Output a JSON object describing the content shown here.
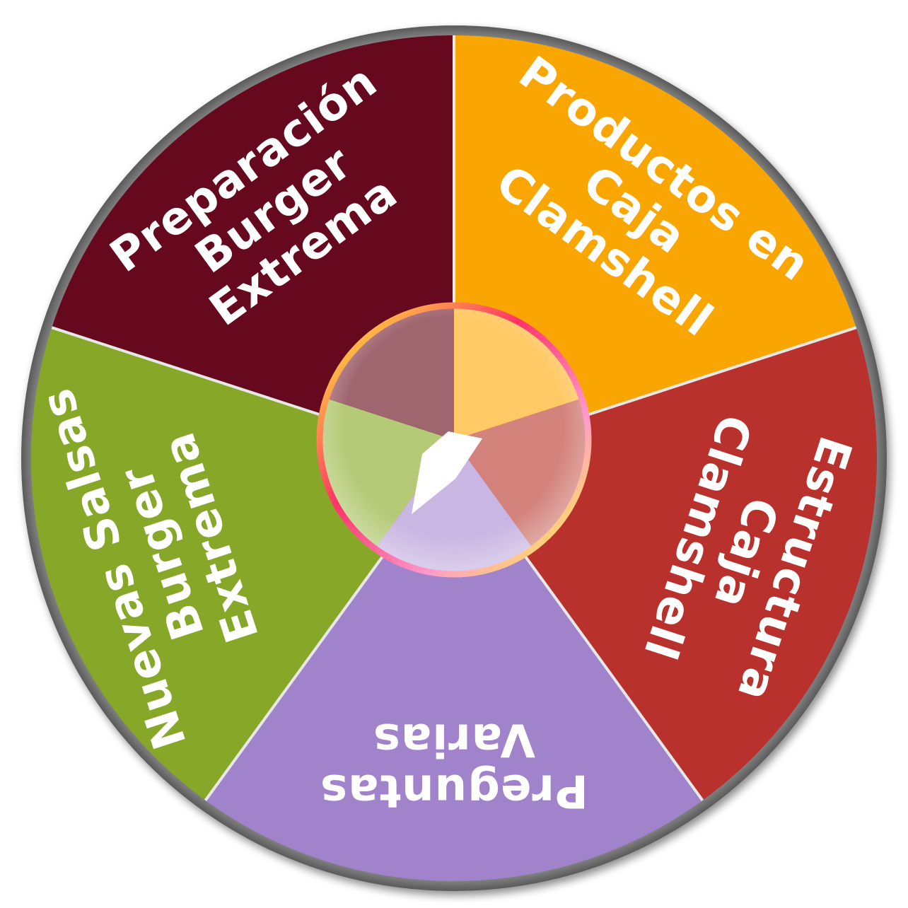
{
  "wheel": {
    "segments": [
      {
        "id": "productos",
        "label_lines": [
          "Productos en",
          "Caja",
          "Clamshell"
        ],
        "color": "#F9A602",
        "hub_color": "#FFC966"
      },
      {
        "id": "estructura",
        "label_lines": [
          "Estructura",
          "Caja",
          "Clamshell"
        ],
        "color": "#B8312C",
        "hub_color": "#D4837C"
      },
      {
        "id": "preguntas",
        "label_lines": [
          "Preguntas",
          "Varias"
        ],
        "color": "#A183CC",
        "hub_color": "#C9B6E2"
      },
      {
        "id": "salsas",
        "label_lines": [
          "Nuevas Salsas",
          "Burger",
          "Extrema"
        ],
        "color": "#87A728",
        "hub_color": "#B5CA77"
      },
      {
        "id": "preparacion",
        "label_lines": [
          "Preparación",
          "Burger",
          "Extrema"
        ],
        "color": "#66081E",
        "hub_color": "#A06670"
      }
    ],
    "rim_color": "#8E8E8E",
    "pointer_color": "#ffffff"
  }
}
